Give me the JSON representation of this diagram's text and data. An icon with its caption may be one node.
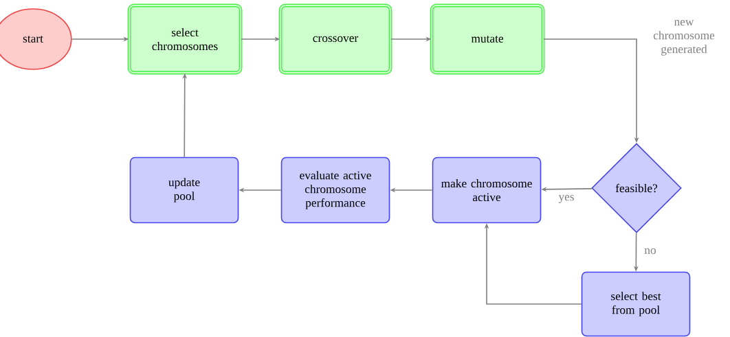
{
  "diagram": {
    "nodes": [
      {
        "text": [
          "start"
        ]
      },
      {
        "text": [
          "select chromosomes"
        ]
      },
      {
        "text": [
          "crossover"
        ]
      },
      {
        "text": [
          "mutate"
        ]
      },
      {
        "text": [
          "feasible?"
        ]
      },
      {
        "text": [
          "update pool"
        ]
      },
      {
        "text": [
          "evaluate active chromosome performance"
        ]
      },
      {
        "text": [
          "make chromosome active"
        ]
      },
      {
        "text": [
          "select best from pool"
        ]
      }
    ],
    "edges": [
      {
        "from": 0,
        "to": 1,
        "arrow": "to"
      },
      {
        "from": 1,
        "to": 2,
        "arrow": "to"
      },
      {
        "from": 2,
        "to": 3,
        "arrow": "to"
      },
      {
        "from": 3,
        "to": 4,
        "arrow": "to",
        "label": "new chromosome generated"
      },
      {
        "from": 4,
        "to": 7,
        "arrow": "to",
        "label": "yes"
      },
      {
        "from": 4,
        "to": 8,
        "arrow": "to",
        "label": "no"
      },
      {
        "from": 8,
        "to": 7,
        "arrow": "to"
      },
      {
        "from": 7,
        "to": 6,
        "arrow": "to"
      },
      {
        "from": 6,
        "to": 5,
        "arrow": "to"
      },
      {
        "from": 5,
        "to": 1,
        "arrow": "to"
      }
    ]
  }
}
